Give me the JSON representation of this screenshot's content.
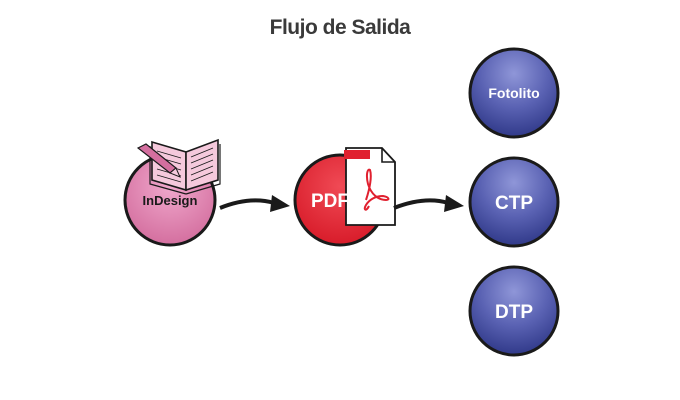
{
  "title": "Flujo de Salida",
  "nodes": {
    "indesign": {
      "label": "InDesign",
      "color": "#d97ba9"
    },
    "pdf": {
      "label": "PDF",
      "color": "#e0202f"
    },
    "fotolito": {
      "label": "Fotolito",
      "color": "#4f57a8"
    },
    "ctp": {
      "label": "CTP",
      "color": "#4f57a8"
    },
    "dtp": {
      "label": "DTP",
      "color": "#4f57a8"
    }
  },
  "colors": {
    "outline": "#1a1a1a",
    "arrow": "#1a1a1a",
    "title": "#3a3a3a"
  },
  "icons": {
    "indesign": "open-book-pen-icon",
    "pdf": "pdf-document-icon"
  }
}
